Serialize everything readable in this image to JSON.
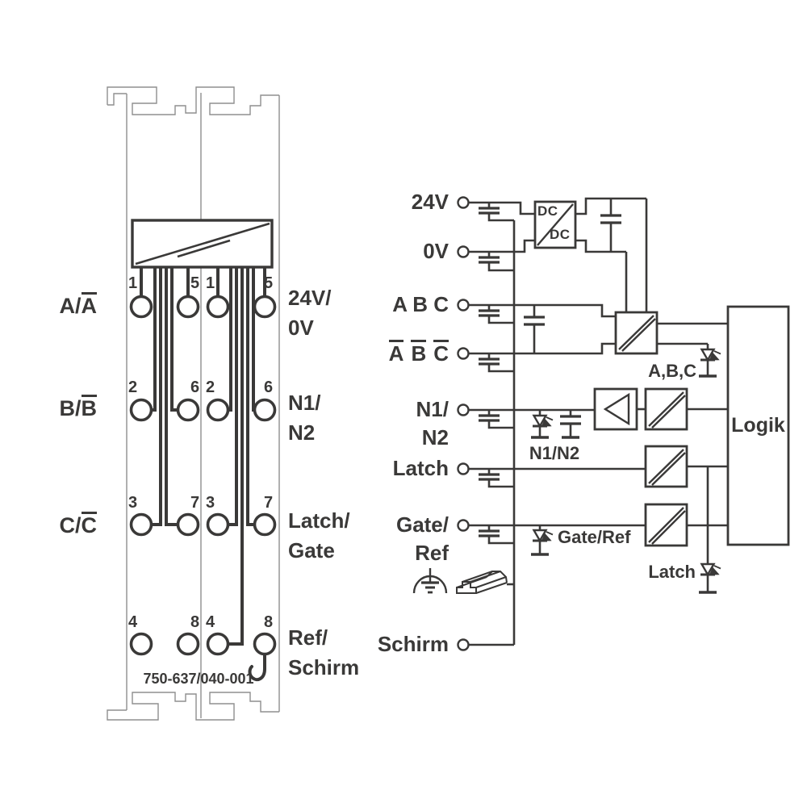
{
  "colors": {
    "line": "#3a3938",
    "housing": "#8f8f8f",
    "background": "#ffffff"
  },
  "module": {
    "part_number": "750-637/040-001",
    "terminal_rows": [
      {
        "numbers": [
          "1",
          "5",
          "1",
          "5"
        ],
        "left_label": {
          "base": "A/",
          "over": "A"
        },
        "right_label": {
          "line1": "24V/",
          "line2": "0V"
        }
      },
      {
        "numbers": [
          "2",
          "6",
          "2",
          "6"
        ],
        "left_label": {
          "base": "B/",
          "over": "B"
        },
        "right_label": {
          "line1": "N1/",
          "line2": "N2"
        }
      },
      {
        "numbers": [
          "3",
          "7",
          "3",
          "7"
        ],
        "left_label": {
          "base": "C/",
          "over": "C"
        },
        "right_label": {
          "line1": "Latch/",
          "line2": "Gate"
        }
      },
      {
        "numbers": [
          "4",
          "8",
          "4",
          "8"
        ],
        "left_label": null,
        "right_label": {
          "line1": "Ref/",
          "line2": "Schirm"
        }
      }
    ]
  },
  "schematic": {
    "ports": {
      "p24v": "24V",
      "p0v": "0V",
      "pabc": "A B C",
      "pabc_inv_letters": [
        "A",
        "B",
        "C"
      ],
      "pn1": "N1/",
      "pn2": "N2",
      "platch": "Latch",
      "pgate": "Gate/",
      "pref": "Ref",
      "pschirm": "Schirm"
    },
    "blocks": {
      "dcdc_line1": "DC",
      "dcdc_line2": "DC",
      "logic": "Logik"
    },
    "led_labels": {
      "abc": "A,B,C",
      "n1n2": "N1/N2",
      "gate_ref": "Gate/Ref",
      "latch": "Latch"
    }
  }
}
